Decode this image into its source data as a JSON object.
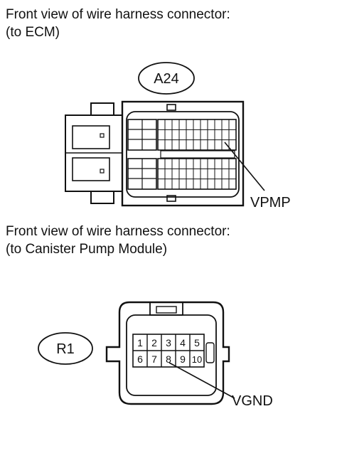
{
  "ecm_section": {
    "caption_line1": "Front view of wire harness connector:",
    "caption_line2": "(to ECM)",
    "connector_id": "A24",
    "terminal_label": "VPMP"
  },
  "pump_section": {
    "caption_line1": "Front view of wire harness connector:",
    "caption_line2": "(to Canister Pump Module)",
    "connector_id": "R1",
    "terminal_label": "VGND",
    "pins_top": [
      "1",
      "2",
      "3",
      "4",
      "5"
    ],
    "pins_bottom": [
      "6",
      "7",
      "8",
      "9",
      "10"
    ]
  }
}
